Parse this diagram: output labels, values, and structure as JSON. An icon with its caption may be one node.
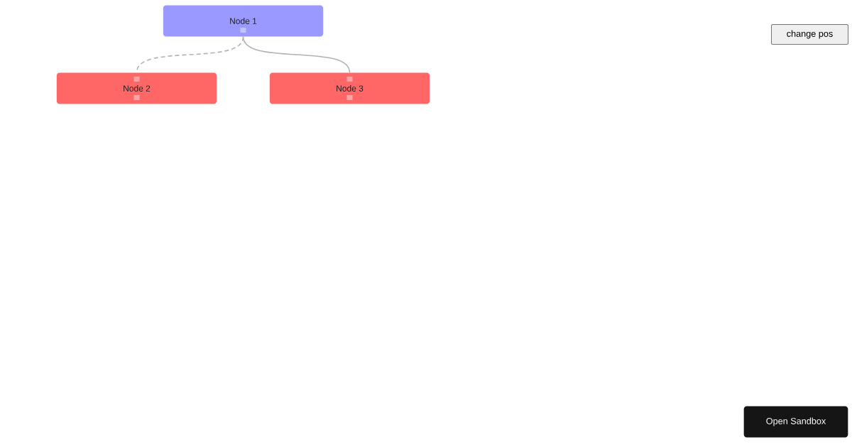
{
  "diagram": {
    "nodes": [
      {
        "text": [
          "Node 1"
        ]
      },
      {
        "text": [
          "Node 2"
        ]
      },
      {
        "text": [
          "Node 3"
        ]
      }
    ],
    "edges": [
      {
        "from": 0,
        "to": 1,
        "arrow": "none",
        "style": "dashed"
      },
      {
        "from": 0,
        "to": 2,
        "arrow": "none"
      }
    ],
    "labels": [
      "change pos",
      "Open Sandbox"
    ]
  }
}
